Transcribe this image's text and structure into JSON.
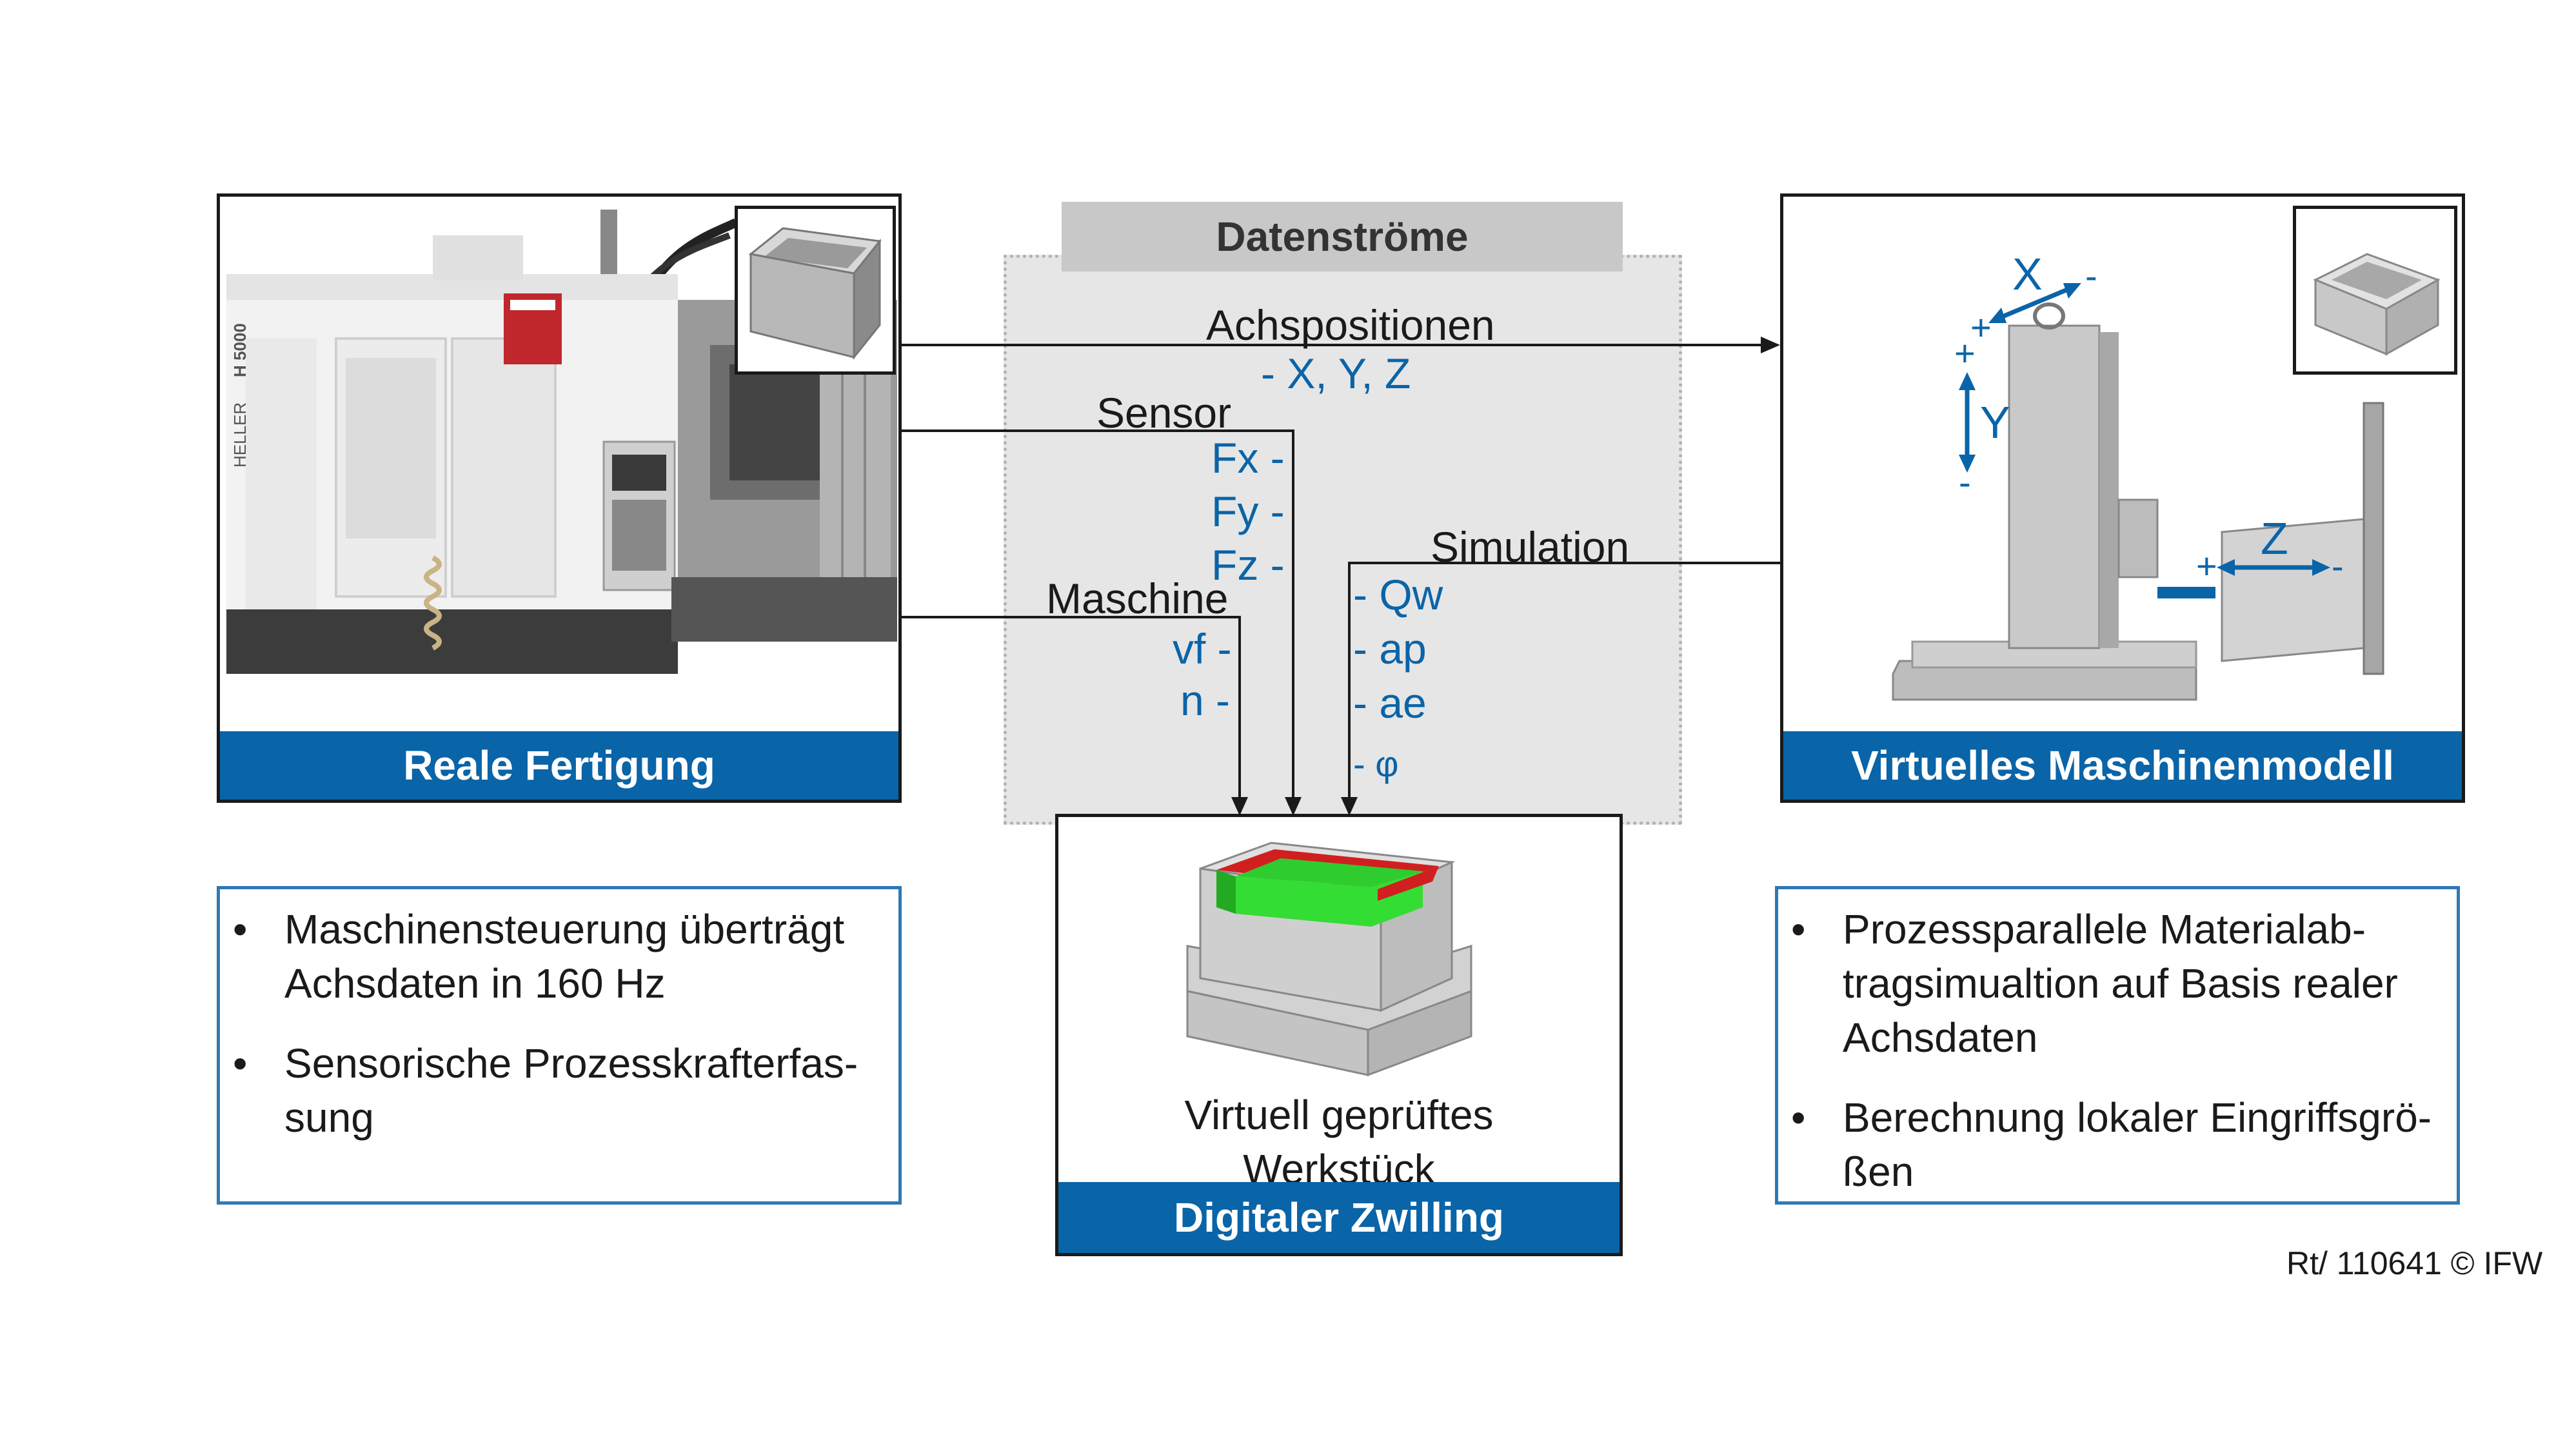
{
  "datastreams": {
    "header": "Datenströme",
    "achspositionen": {
      "label": "Achspositionen",
      "values": "- X, Y, Z"
    },
    "sensor": {
      "label": "Sensor",
      "fx": "Fx -",
      "fy": "Fy -",
      "fz": "Fz -"
    },
    "maschine": {
      "label": "Maschine",
      "vf": "vf -",
      "n": "n -"
    },
    "simulation": {
      "label": "Simulation",
      "qw": "- Qw",
      "ap": "- ap",
      "ae": "- ae",
      "phi": "- φ"
    }
  },
  "real": {
    "title": "Reale Fertigung",
    "machine_brand": "HELLER",
    "machine_model": "H 5000",
    "bullets": [
      "Maschinensteuerung überträgt Achsdaten in 160 Hz",
      "Sensorische Prozesskrafterfas-sung"
    ]
  },
  "virtual": {
    "title": "Virtuelles Maschinenmodell",
    "axis_x": "X",
    "axis_y": "Y",
    "axis_z": "Z",
    "plus": "+",
    "minus": "-",
    "bullets": [
      "Prozessparallele Materialab-tragsimualtion auf Basis realer Achsdaten",
      "Berechnung lokaler Eingriffsgrö-ßen"
    ]
  },
  "twin": {
    "caption_line1": "Virtuell geprüftes",
    "caption_line2": "Werkstück",
    "title": "Digitaler Zwilling"
  },
  "footer": {
    "copyright": "Rt/ 110641 © IFW"
  },
  "colors": {
    "accent_blue": "#0a64a8",
    "box_blue": "#2f78b5",
    "grey_band": "#c8c8c8",
    "stream_bg": "#e6e6e6"
  }
}
